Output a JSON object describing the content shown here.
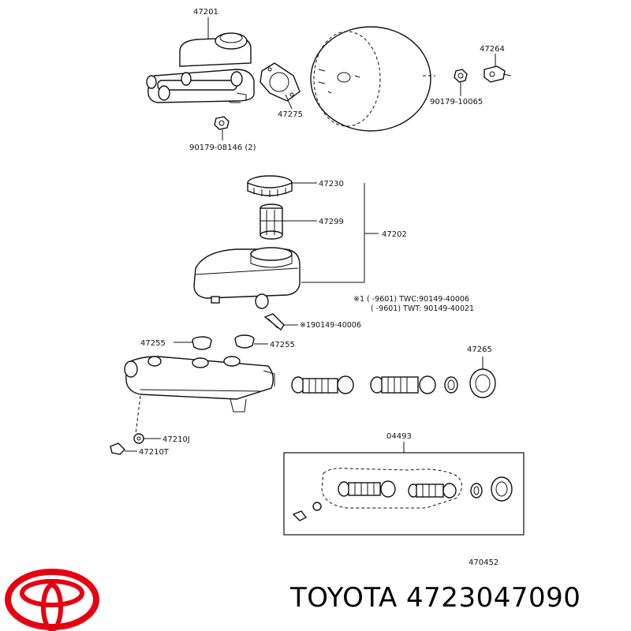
{
  "labels": {
    "booster_assembly": "47201",
    "gasket": "47275",
    "nut_front": "90179-08146 (2)",
    "fitting": "47264",
    "nut_rear": "90179-10065",
    "cap": "47230",
    "strainer": "47299",
    "reservoir_assy": "47202",
    "screw_note_1": "※1 (      -9601) TWC:90149-40006",
    "screw_note_2": "(      -9601) TWT: 90149-40021",
    "screw": "※190149-40006",
    "grommet_left": "47255",
    "grommet_right": "47255",
    "cylinder_seal": "47265",
    "gasket_j": "47210J",
    "plug_t": "47210T",
    "kit": "04493",
    "drawing_number": "470452"
  },
  "brand": {
    "name": "TOYOTA",
    "part_number": "4723047090",
    "logo_color": "#e60012"
  }
}
